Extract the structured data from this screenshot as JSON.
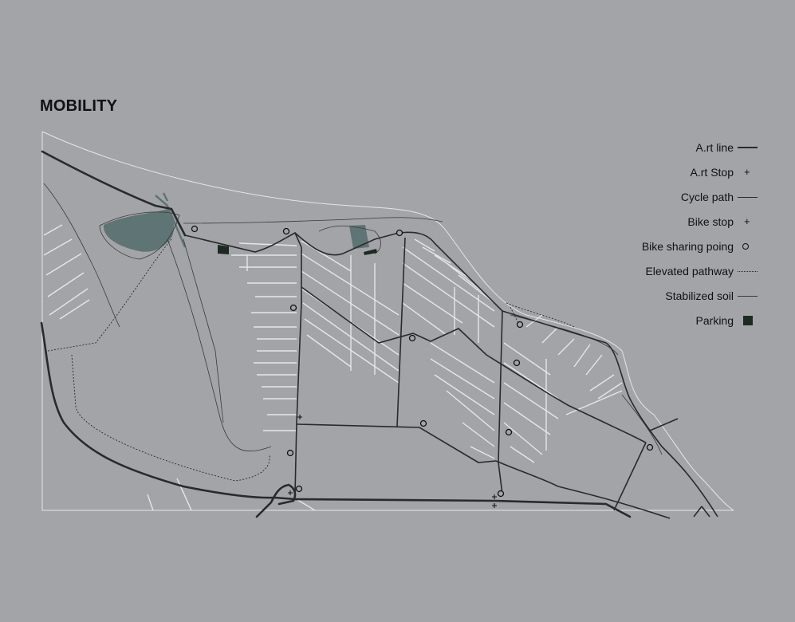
{
  "title": "MOBILITY",
  "legend": {
    "items": [
      {
        "label": "A.rt line",
        "symbol": "thick-line"
      },
      {
        "label": "A.rt Stop",
        "symbol": "cross"
      },
      {
        "label": "Cycle path",
        "symbol": "line"
      },
      {
        "label": "Bike stop",
        "symbol": "cross"
      },
      {
        "label": "Bike sharing poing",
        "symbol": "circle"
      },
      {
        "label": "Elevated pathway",
        "symbol": "dotted-line"
      },
      {
        "label": "Stabilized soil",
        "symbol": "thin-line"
      },
      {
        "label": "Parking",
        "symbol": "square"
      }
    ]
  },
  "colors": {
    "background": "#a3a4a8",
    "streets": "#e6e6e8",
    "routes": "#2a2a2c",
    "water": "#5f7474",
    "parking": "#1d2a22"
  }
}
